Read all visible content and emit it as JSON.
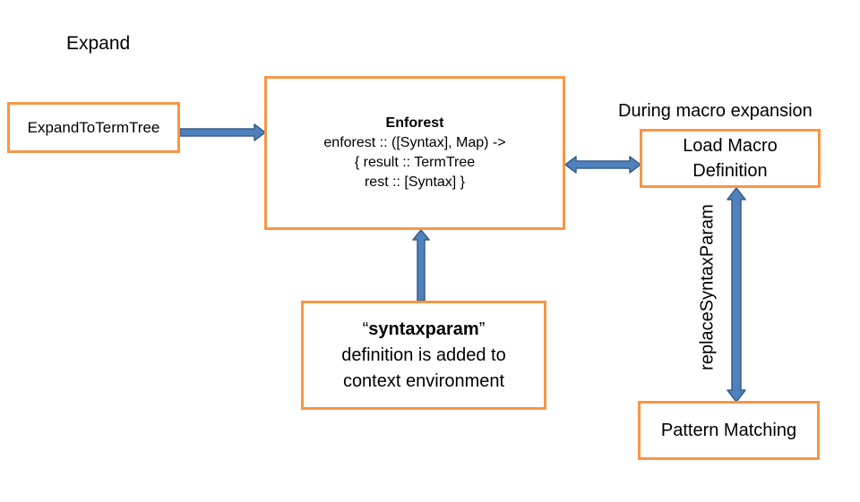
{
  "diagram": {
    "title": "Expand",
    "colors": {
      "box_border": "#f79646",
      "arrow_fill": "#4f81bd",
      "arrow_stroke": "#385d8a"
    },
    "nodes": {
      "expand_to_term_tree": {
        "label": "ExpandToTermTree"
      },
      "enforest": {
        "title": "Enforest",
        "line1": "enforest :: ([Syntax], Map) ->",
        "line2": "{ result :: TermTree",
        "line3": "rest :: [Syntax] }"
      },
      "load_macro": {
        "caption": "During macro expansion",
        "line1": "Load Macro",
        "line2": "Definition"
      },
      "syntaxparam": {
        "open_quote": "“",
        "keyword": "syntaxparam",
        "close_quote": "”",
        "line2": "definition is added to",
        "line3": "context environment"
      },
      "pattern_matching": {
        "label": "Pattern Matching"
      }
    },
    "edges": [
      {
        "from": "expand_to_term_tree",
        "to": "enforest",
        "direction": "forward",
        "icon": "arrow-right-icon"
      },
      {
        "from": "syntaxparam",
        "to": "enforest",
        "direction": "forward",
        "icon": "arrow-up-icon"
      },
      {
        "from": "enforest",
        "to": "load_macro",
        "direction": "both",
        "icon": "double-arrow-horizontal-icon"
      },
      {
        "from": "load_macro",
        "to": "pattern_matching",
        "direction": "both",
        "label": "replaceSyntaxParam",
        "icon": "double-arrow-vertical-icon"
      }
    ]
  }
}
